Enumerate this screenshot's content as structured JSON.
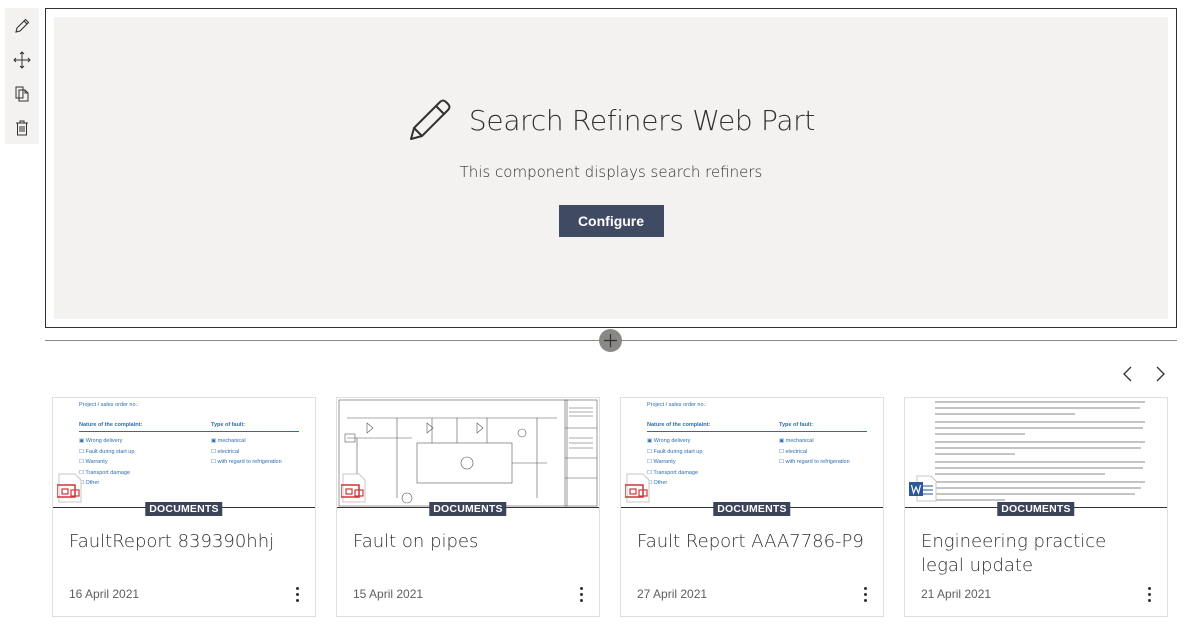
{
  "toolbar": {
    "icons": [
      "edit-icon",
      "move-icon",
      "copy-icon",
      "delete-icon"
    ]
  },
  "webpart": {
    "title": "Search Refiners Web Part",
    "description": "This component displays search refiners",
    "configure_label": "Configure",
    "icon": "pencil-icon"
  },
  "carousel": {
    "prev_icon": "chevron-left-icon",
    "next_icon": "chevron-right-icon",
    "cards": [
      {
        "badge": "DOCUMENTS",
        "title": "FaultReport 839390hhj",
        "date": "16 April 2021",
        "file_type": "pdf"
      },
      {
        "badge": "DOCUMENTS",
        "title": "Fault on pipes",
        "date": "15 April 2021",
        "file_type": "pdf"
      },
      {
        "badge": "DOCUMENTS",
        "title": "Fault Report AAA7786-P9",
        "date": "27 April 2021",
        "file_type": "pdf"
      },
      {
        "badge": "DOCUMENTS",
        "title": "Engineering practice legal update",
        "date": "21 April 2021",
        "file_type": "word"
      }
    ]
  },
  "form_preview": {
    "header": "Project / sales order no.:",
    "col1_title": "Nature of the complaint:",
    "col2_title": "Type of fault:",
    "col1_items": [
      "Wrong delivery",
      "Fault during start up",
      "Warranty",
      "Transport damage",
      "Other"
    ],
    "col2_items": [
      "mechanical",
      "electrical",
      "with regard to refrigeration"
    ]
  },
  "colors": {
    "accent": "#404a63",
    "badge": "#3b4458",
    "placeholder_bg": "#f3f2f1"
  }
}
